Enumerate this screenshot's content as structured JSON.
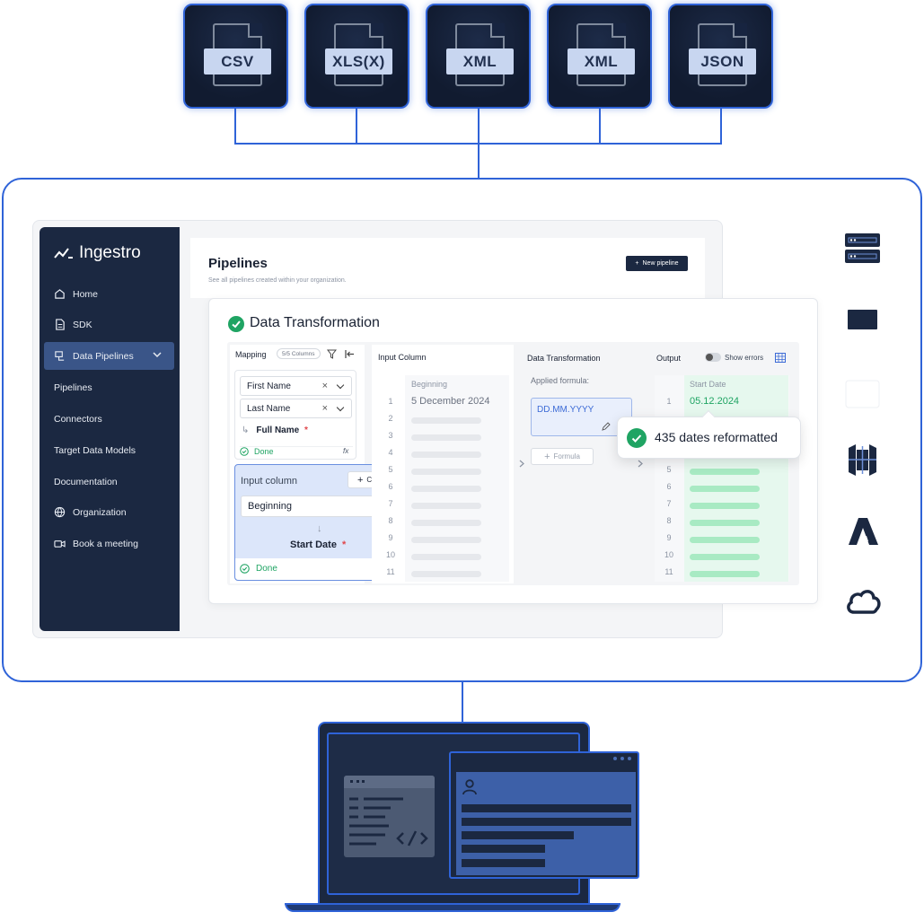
{
  "file_formats": [
    {
      "label": "CSV",
      "icon": "csv-file-icon"
    },
    {
      "label": "XLS(X)",
      "icon": "xlsx-file-icon"
    },
    {
      "label": "XML",
      "icon": "xml-file-icon"
    },
    {
      "label": "XML",
      "icon": "xml-file-icon"
    },
    {
      "label": "JSON",
      "icon": "json-file-icon"
    }
  ],
  "app": {
    "brand": "Ingestro",
    "sidebar": {
      "items": [
        {
          "label": "Home",
          "icon": "home-icon"
        },
        {
          "label": "SDK",
          "icon": "document-icon"
        },
        {
          "label": "Data Pipelines",
          "icon": "pipeline-icon",
          "active": true
        },
        {
          "label": "Pipelines"
        },
        {
          "label": "Connectors"
        },
        {
          "label": "Target Data Models"
        },
        {
          "label": "Documentation"
        },
        {
          "label": "Organization",
          "icon": "globe-icon"
        },
        {
          "label": "Book a meeting",
          "icon": "video-icon"
        }
      ]
    },
    "page": {
      "title": "Pipelines",
      "subtitle": "See all pipelines created within your organization.",
      "new_button": "New pipeline"
    },
    "transformation": {
      "title": "Data Transformation",
      "mapping": {
        "header": "Mapping",
        "count_badge": "5/5 Columns",
        "fields": [
          "First Name",
          "Last Name"
        ],
        "target": "Full Name",
        "required_mark": "*",
        "status": "Done",
        "input_column_label": "Input column",
        "add_column": "Column",
        "selected_column": "Beginning",
        "target2": "Start Date",
        "status2": "Done"
      },
      "input_column": {
        "header": "Input Column",
        "column_name": "Beginning",
        "first_value": "5 December 2024",
        "row_numbers": [
          "1",
          "2",
          "3",
          "4",
          "5",
          "6",
          "7",
          "8",
          "9",
          "10",
          "11"
        ]
      },
      "data_transformation": {
        "header": "Data Transformation",
        "applied_label": "Applied formula:",
        "formula": "DD.MM.YYYY",
        "formula_button": "Formula"
      },
      "output": {
        "header": "Output",
        "toggle_label": "Show errors",
        "column_name": "Start Date",
        "first_value": "05.12.2024",
        "row_numbers": [
          "1",
          "5",
          "6",
          "7",
          "8",
          "9",
          "10",
          "11"
        ]
      },
      "tooltip": "435 dates reformatted"
    }
  },
  "destinations": [
    {
      "icon": "server-icon"
    },
    {
      "icon": "monitor-icon"
    },
    {
      "icon": "cloud-window-icon"
    },
    {
      "icon": "database-stack-icon"
    },
    {
      "icon": "azure-icon"
    },
    {
      "icon": "cloud-icon"
    }
  ],
  "colors": {
    "accent": "#2f63d8",
    "navy": "#1b2841",
    "success": "#1fa463",
    "output_green": "#a8eac3"
  }
}
